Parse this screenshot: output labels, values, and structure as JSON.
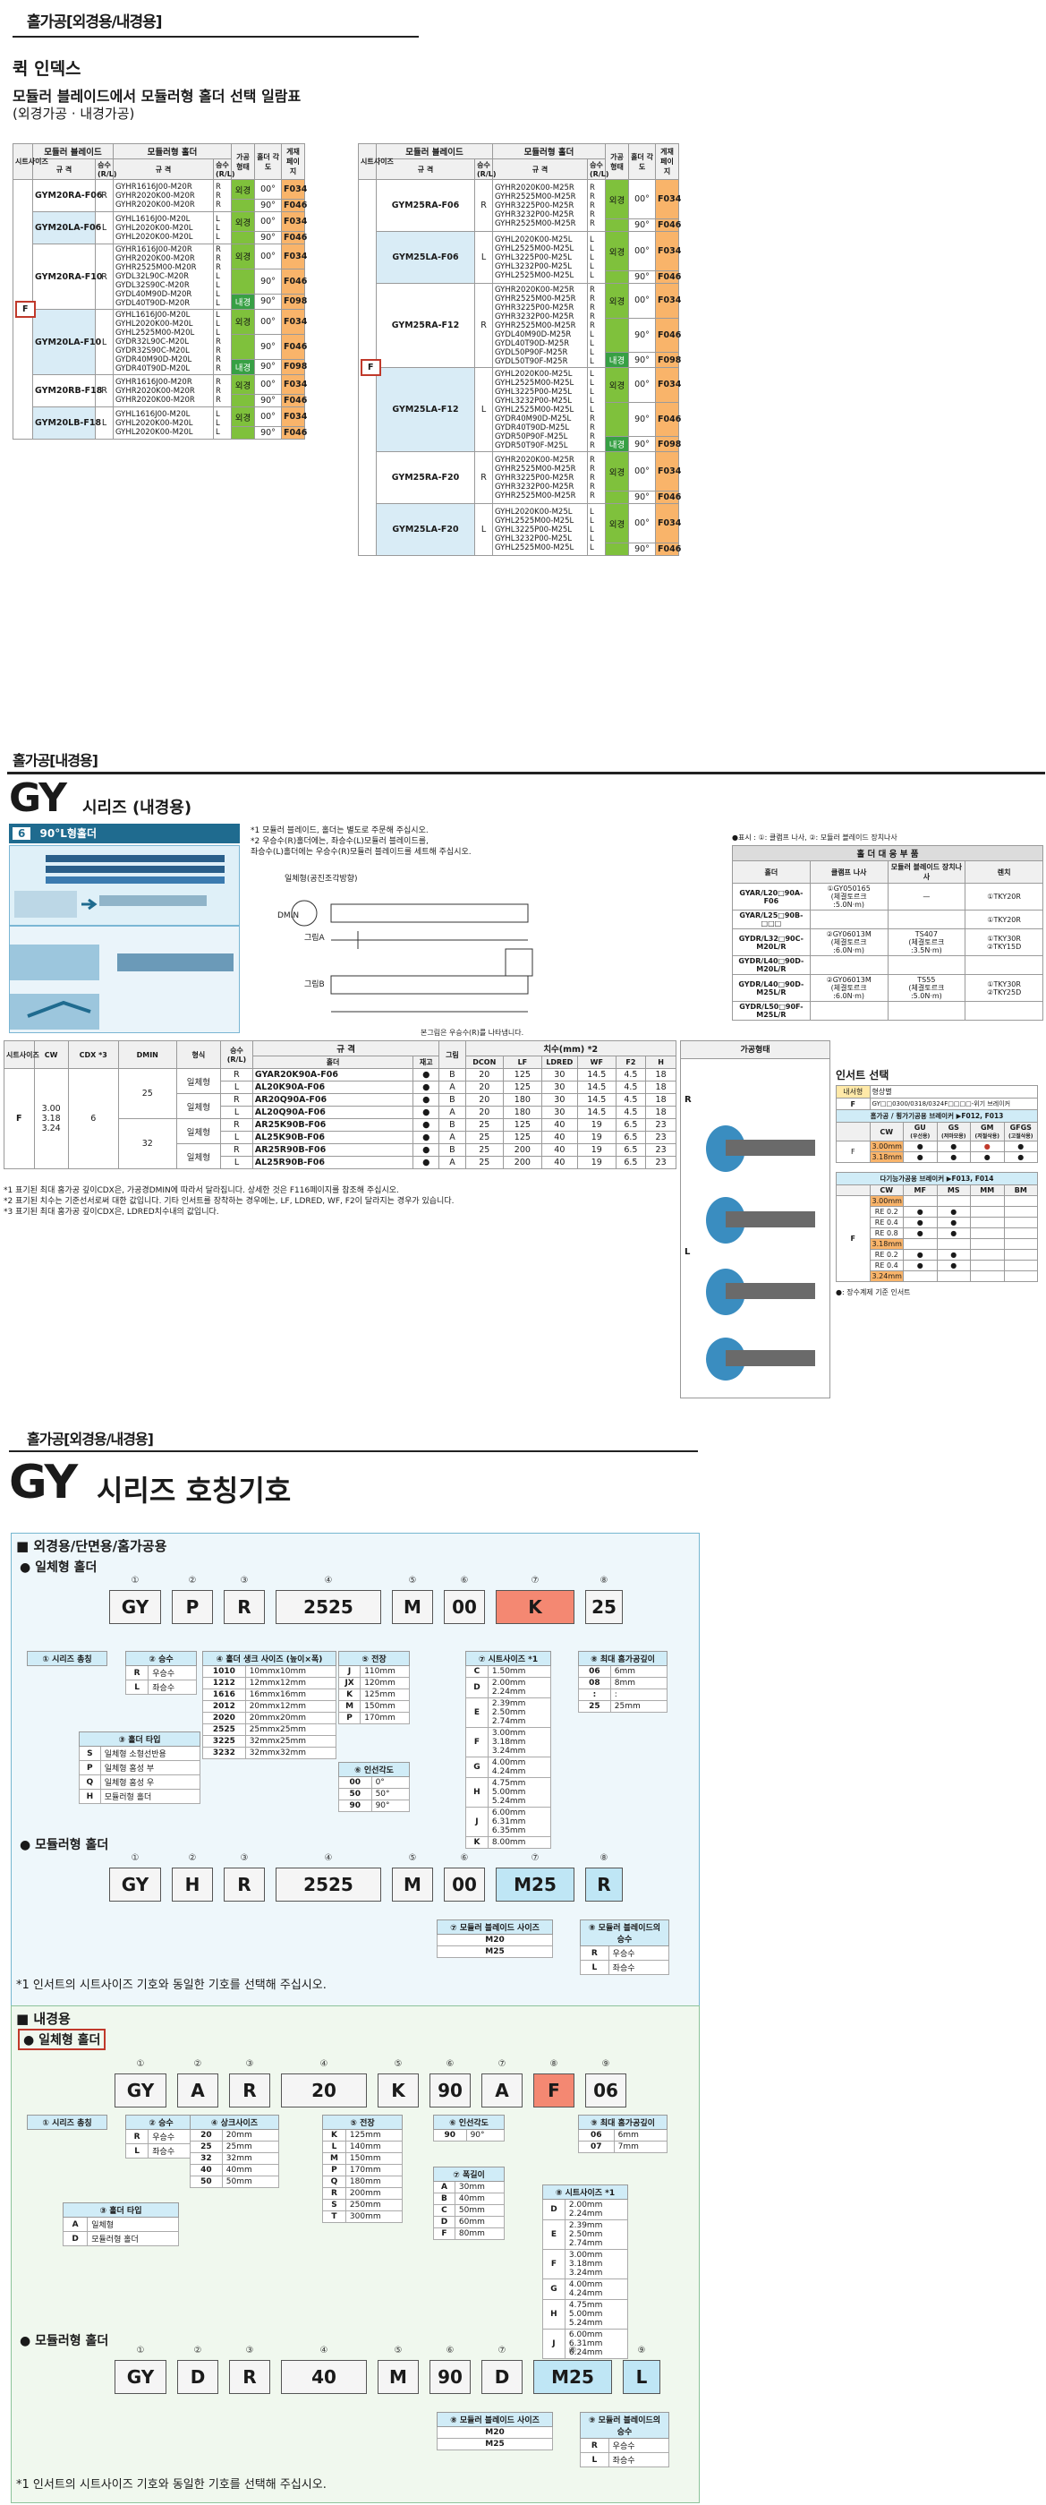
{
  "section1": {
    "header": "홀가공[외경용/내경용]",
    "title": "퀵 인덱스",
    "subtitle1": "모듈러 블레이드에서 모듈러형 홀더 선택 일람표",
    "subtitle2": "(외경가공 · 내경가공)"
  },
  "qi_headers": {
    "seat": "시트사이즈",
    "blade": "모듈러 블레이드",
    "holder": "모듈러형 홀더",
    "spec": "규 격",
    "hand": "승수 (R/L)",
    "spec2": "규 격",
    "hand2": "승수 (R/L)",
    "proc": "가공형태",
    "angle": "홀더 각도",
    "ref": "게재페이지",
    "f": "F",
    "wg": "외경",
    "ng": "내경"
  },
  "qi_left": [
    {
      "blade": "GYM20RA-F06",
      "hand": "R",
      "codes": "GYHR1616J00-M20R\nGYHR2020K00-M20R\nGYHR2020K00-M20R",
      "h": "R\nR\nR",
      "rows": [
        [
          "외경",
          "00°",
          "F034"
        ],
        [
          "",
          "90°",
          "F046"
        ]
      ]
    },
    {
      "blade": "GYM20LA-F06",
      "hand": "L",
      "codes": "GYHL1616J00-M20L\nGYHL2020K00-M20L\nGYHL2020K00-M20L",
      "h": "L\nL\nL",
      "rows": [
        [
          "외경",
          "00°",
          "F034"
        ],
        [
          "",
          "90°",
          "F046"
        ]
      ]
    },
    {
      "blade": "GYM20RA-F10",
      "hand": "R",
      "codes": "GYHR1616J00-M20R\nGYHR2020K00-M20R\nGYHR2525M00-M20R\nGYDL32L90C-M20R\nGYDL32S90C-M20R\nGYDL40M90D-M20R\nGYDL40T90D-M20R",
      "h": "R\nR\nR\nL\nL\nL\nL",
      "rows": [
        [
          "외경",
          "00°",
          "F034"
        ],
        [
          "",
          "90°",
          "F046"
        ],
        [
          "내경",
          "90°",
          "F098"
        ]
      ]
    },
    {
      "blade": "GYM20LA-F10",
      "hand": "L",
      "codes": "GYHL1616J00-M20L\nGYHL2020K00-M20L\nGYHL2525M00-M20L\nGYDR32L90C-M20L\nGYDR32S90C-M20L\nGYDR40M90D-M20L\nGYDR40T90D-M20L",
      "h": "L\nL\nL\nR\nR\nR\nR",
      "rows": [
        [
          "외경",
          "00°",
          "F034"
        ],
        [
          "",
          "90°",
          "F046"
        ],
        [
          "내경",
          "90°",
          "F098"
        ]
      ]
    },
    {
      "blade": "GYM20RB-F18",
      "hand": "R",
      "codes": "GYHR1616J00-M20R\nGYHR2020K00-M20R\nGYHR2020K00-M20R",
      "h": "R\nR\nR",
      "rows": [
        [
          "외경",
          "00°",
          "F034"
        ],
        [
          "",
          "90°",
          "F046"
        ]
      ]
    },
    {
      "blade": "GYM20LB-F18",
      "hand": "L",
      "codes": "GYHL1616J00-M20L\nGYHL2020K00-M20L\nGYHL2020K00-M20L",
      "h": "L\nL\nL",
      "rows": [
        [
          "외경",
          "00°",
          "F034"
        ],
        [
          "",
          "90°",
          "F046"
        ]
      ]
    }
  ],
  "qi_right": [
    {
      "blade": "GYM25RA-F06",
      "hand": "R",
      "codes": "GYHR2020K00-M25R\nGYHR2525M00-M25R\nGYHR3225P00-M25R\nGYHR3232P00-M25R\nGYHR2525M00-M25R",
      "h": "R\nR\nR\nR\nR",
      "rows": [
        [
          "외경",
          "00°",
          "F034"
        ],
        [
          "",
          "90°",
          "F046"
        ]
      ]
    },
    {
      "blade": "GYM25LA-F06",
      "hand": "L",
      "codes": "GYHL2020K00-M25L\nGYHL2525M00-M25L\nGYHL3225P00-M25L\nGYHL3232P00-M25L\nGYHL2525M00-M25L",
      "h": "L\nL\nL\nL\nL",
      "rows": [
        [
          "외경",
          "00°",
          "F034"
        ],
        [
          "",
          "90°",
          "F046"
        ]
      ]
    },
    {
      "blade": "GYM25RA-F12",
      "hand": "R",
      "codes": "GYHR2020K00-M25R\nGYHR2525M00-M25R\nGYHR3225P00-M25R\nGYHR3232P00-M25R\nGYHR2525M00-M25R\nGYDL40M90D-M25R\nGYDL40T90D-M25R\nGYDL50P90F-M25R\nGYDL50T90F-M25R",
      "h": "R\nR\nR\nR\nR\nL\nL\nL\nL",
      "rows": [
        [
          "외경",
          "00°",
          "F034"
        ],
        [
          "",
          "90°",
          "F046"
        ],
        [
          "내경",
          "90°",
          "F098"
        ]
      ]
    },
    {
      "blade": "GYM25LA-F12",
      "hand": "L",
      "codes": "GYHL2020K00-M25L\nGYHL2525M00-M25L\nGYHL3225P00-M25L\nGYHL3232P00-M25L\nGYHL2525M00-M25L\nGYDR40M90D-M25L\nGYDR40T90D-M25L\nGYDR50P90F-M25L\nGYDR50T90F-M25L",
      "h": "L\nL\nL\nL\nL\nR\nR\nR\nR",
      "rows": [
        [
          "외경",
          "00°",
          "F034"
        ],
        [
          "",
          "90°",
          "F046"
        ],
        [
          "내경",
          "90°",
          "F098"
        ]
      ]
    },
    {
      "blade": "GYM25RA-F20",
      "hand": "R",
      "codes": "GYHR2020K00-M25R\nGYHR2525M00-M25R\nGYHR3225P00-M25R\nGYHR3232P00-M25R\nGYHR2525M00-M25R",
      "h": "R\nR\nR\nR\nR",
      "rows": [
        [
          "외경",
          "00°",
          "F034"
        ],
        [
          "",
          "90°",
          "F046"
        ]
      ]
    },
    {
      "blade": "GYM25LA-F20",
      "hand": "L",
      "codes": "GYHL2020K00-M25L\nGYHL2525M00-M25L\nGYHL3225P00-M25L\nGYHL3232P00-M25L\nGYHL2525M00-M25L",
      "h": "L\nL\nL\nL\nL",
      "rows": [
        [
          "외경",
          "00°",
          "F034"
        ],
        [
          "",
          "90°",
          "F046"
        ]
      ]
    }
  ],
  "section2": {
    "header": "홀가공[내경용]",
    "series_big": "GY",
    "series_small": "시리즈 (내경용)",
    "badge_num": "6",
    "badge_text": "90°L형홀더",
    "notes_top": [
      "*1  모듈러 블레이드, 홀더는 별도로 주문해 주십시오.",
      "*2  우승수(R)홀더에는, 좌승수(L)모듈러 블레이드를,",
      "     좌승수(L)홀더에는 우승수(R)모듈러 블레이드를 세트해 주십시오."
    ],
    "figure_label": "일체형(공진조각방향)",
    "fig_a": "그림A",
    "fig_b": "그림B",
    "dmin": "DMIN",
    "fig_caption": "본그림은 우승수(R)를 나타냅니다.",
    "right_note": "●표시 : ①: 클램프 나사, ②: 모듈러 블레이드 장치나사",
    "parts_title": "홀 더 대 응 부 품",
    "parts_head": [
      "홀더",
      "클램프 나사",
      "모듈러 블레이드 장치나사",
      "렌치"
    ],
    "parts_rows": [
      [
        "GYAR/L20□90A-F06",
        "①GY050165\n(체결토르크\n:5.0N·m)",
        "—",
        "①TKY20R"
      ],
      [
        "GYAR/L25□90B-□□□",
        "",
        "",
        "①TKY20R"
      ],
      [
        "GYDR/L32□90C-M20L/R",
        "②GY06013M\n(체결토르크\n:6.0N·m)",
        "TS407\n(체결토르크\n:3.5N·m)",
        "①TKY30R\n②TKY15D"
      ],
      [
        "GYDR/L40□90D-M20L/R",
        "",
        "",
        ""
      ],
      [
        "GYDR/L40□90D-M25L/R",
        "②GY06013M\n(체결토르크\n:6.0N·m)",
        "TS55\n(체결토르크\n:5.0N·m)",
        "①TKY30R\n②TKY25D"
      ],
      [
        "GYDR/L50□90F-M25L/R",
        "",
        "",
        ""
      ]
    ],
    "main_head": {
      "seat": "시트사이즈",
      "cw": "CW",
      "cdx": "CDX",
      "cdx_note": "*3",
      "dmin": "DMIN",
      "type": "형식",
      "hand": "승수 (R/L)",
      "spec": "규 격",
      "holder": "홀더",
      "stock": "재고",
      "dims": "치수(mm)",
      "dims_note": "*2",
      "dcon": "DCON",
      "lf": "LF",
      "lfdred": "LDRED",
      "wf": "WF",
      "f2": "F2",
      "h": "H",
      "fig": "그림",
      "proc": "가공형태"
    },
    "main_seat": "F",
    "main_cw": "3.00\n3.18\n3.24",
    "main_cdx": "6",
    "main_rows": [
      [
        "25",
        "일체형",
        "R",
        "GYAR20K90A-F06",
        "●",
        "B",
        "20",
        "125",
        "30",
        "14.5",
        "4.5",
        "18"
      ],
      [
        "",
        "",
        "L",
        "AL20K90A-F06",
        "●",
        "A",
        "20",
        "125",
        "30",
        "14.5",
        "4.5",
        "18"
      ],
      [
        "",
        "",
        "R",
        "AR20Q90A-F06",
        "●",
        "B",
        "20",
        "180",
        "30",
        "14.5",
        "4.5",
        "18"
      ],
      [
        "",
        "",
        "L",
        "AL20Q90A-F06",
        "●",
        "A",
        "20",
        "180",
        "30",
        "14.5",
        "4.5",
        "18"
      ],
      [
        "32",
        "",
        "R",
        "AR25K90B-F06",
        "●",
        "B",
        "25",
        "125",
        "40",
        "19",
        "6.5",
        "23"
      ],
      [
        "",
        "",
        "L",
        "AL25K90B-F06",
        "●",
        "A",
        "25",
        "125",
        "40",
        "19",
        "6.5",
        "23"
      ],
      [
        "",
        "",
        "R",
        "AR25R90B-F06",
        "●",
        "B",
        "25",
        "200",
        "40",
        "19",
        "6.5",
        "23"
      ],
      [
        "",
        "",
        "L",
        "AL25R90B-F06",
        "●",
        "A",
        "25",
        "200",
        "40",
        "19",
        "6.5",
        "23"
      ]
    ],
    "main_notes": [
      "*1  표기된 최대 홈가공 깊이CDX은, 가공경DMIN에 따라서 달라집니다. 상세한 것은 F116페이지를 참조해 주십시오.",
      "*2  표기된 치수는 기준선서로써 대한 값입니다. 기타 인서트를 장착하는 경우에는, LF, LDRED, WF, F2이 달라지는 경우가 있습니다.",
      "*3  표기된 최대 홈가공 깊이CDX은, LDRED치수내의 값입니다."
    ],
    "insert_sel": "인서트 선택",
    "insert_legend": "내서형",
    "insert_legend2": "형상별",
    "insert_f": "F",
    "insert_series": "GY□□0300/0318/0324F□□□□-위기 브레이커",
    "insert_row1": "홈가공 / 횡가기공용 브레이커",
    "insert_row1b": "▶F012, F013",
    "insert_cols": [
      "GU",
      "GS",
      "GM",
      "GFGS"
    ],
    "insert_cols_sub": [
      "(우선용)",
      "(저마모용)",
      "(저절삭용)",
      "(고절삭용)"
    ],
    "insert_cw": [
      "3.00mm",
      "3.18mm"
    ],
    "insert_row2": "다기능가공용 브레이커",
    "insert_row2b": "▶F013, F014",
    "insert_cols2": [
      "MF",
      "MS",
      "MM",
      "BM"
    ],
    "insert_cw2": [
      "3.00mm",
      "RE 0.2",
      "RE 0.4",
      "RE 0.8",
      "3.18mm",
      "RE 0.2",
      "RE 0.4",
      "3.24mm"
    ],
    "insert_foot": "●: 장수계제 기준 인서트",
    "r_label": "R",
    "l_label": "L"
  },
  "section3": {
    "header": "홀가공[외경용/내경용]",
    "title_big": "GY",
    "title_rest": "시리즈 호칭기호",
    "ext_label": "외경용/단면용/홈가공용",
    "ext_sub1": "일체형 홀더",
    "ext_sub2": "모듈러형 홀더",
    "code1": [
      "GY",
      "P",
      "R",
      "2525",
      "M",
      "00",
      "K",
      "25"
    ],
    "code2": [
      "GY",
      "H",
      "R",
      "2525",
      "M",
      "00",
      "M25",
      "R"
    ],
    "leg": {
      "series": "시리즈 총칭",
      "hand": "승수",
      "hand_r": "우승수",
      "hand_l": "좌승수",
      "shank": "홀더 생크 사이즈 (높이×폭)",
      "type": "홀더 타입",
      "len": "전장",
      "ang": "인선각도",
      "seat": "시트사이즈",
      "seat_note": "*1",
      "depth": "최대 홈가공깊이",
      "mod_seat": "모듈러 블레이드 사이즈",
      "mod_hand": "모듈러 블레이드의 승수"
    },
    "shank": [
      [
        "1010",
        "10mmx10mm"
      ],
      [
        "1212",
        "12mmx12mm"
      ],
      [
        "1616",
        "16mmx16mm"
      ],
      [
        "2012",
        "20mmx12mm"
      ],
      [
        "2020",
        "20mmx20mm"
      ],
      [
        "2525",
        "25mmx25mm"
      ],
      [
        "3225",
        "32mmx25mm"
      ],
      [
        "3232",
        "32mmx32mm"
      ]
    ],
    "types": [
      [
        "S",
        "일체형 소형선반용"
      ],
      [
        "P",
        "일체형 홈성 부"
      ],
      [
        "Q",
        "일체형 홈성 우"
      ],
      [
        "H",
        "모듈러형 홀더"
      ]
    ],
    "lens": [
      [
        "J",
        "110mm"
      ],
      [
        "JX",
        "120mm"
      ],
      [
        "K",
        "125mm"
      ],
      [
        "M",
        "150mm"
      ],
      [
        "P",
        "170mm"
      ]
    ],
    "angs": [
      [
        "00",
        "0°"
      ],
      [
        "50",
        "50°"
      ],
      [
        "90",
        "90°"
      ]
    ],
    "seats": [
      [
        "C",
        "1.50mm"
      ],
      [
        "D",
        "2.00mm\n2.24mm"
      ],
      [
        "E",
        "2.39mm\n2.50mm\n2.74mm"
      ],
      [
        "F",
        "3.00mm\n3.18mm\n3.24mm"
      ],
      [
        "G",
        "4.00mm\n4.24mm"
      ],
      [
        "H",
        "4.75mm\n5.00mm\n5.24mm"
      ],
      [
        "J",
        "6.00mm\n6.31mm\n6.35mm"
      ],
      [
        "K",
        "8.00mm"
      ]
    ],
    "depths": [
      [
        "06",
        "6mm"
      ],
      [
        "08",
        "8mm"
      ],
      [
        ":",
        ":"
      ],
      [
        "25",
        "25mm"
      ]
    ],
    "mods": [
      [
        "M20"
      ],
      [
        "M25"
      ]
    ],
    "modh": [
      [
        "R",
        "우승수"
      ],
      [
        "L",
        "좌승수"
      ]
    ],
    "footnote": "*1 인서트의 시트사이즈 기호와 동일한 기호를 선택해 주십시오.",
    "int_label": "내경용",
    "int_sub1": "일체형 홀더",
    "int_sub2": "모듈러형 홀더",
    "code3": [
      "GY",
      "A",
      "R",
      "20",
      "K",
      "90",
      "A",
      "F",
      "06"
    ],
    "code4": [
      "GY",
      "D",
      "R",
      "40",
      "M",
      "90",
      "D",
      "M25",
      "L"
    ],
    "leg2": {
      "series": "시리즈 총칭",
      "hand": "승수",
      "type": "홀더 타입",
      "shank": "상크사이즈",
      "len": "전장",
      "ang": "인선각도",
      "width": "폭길이",
      "seat": "시트사이즈",
      "seat_note": "*1",
      "depth": "최대 홈가공깊이"
    },
    "types2": [
      [
        "A",
        "일체형"
      ],
      [
        "D",
        "모듈러형 홀더"
      ]
    ],
    "shank2": [
      [
        "20",
        "20mm"
      ],
      [
        "25",
        "25mm"
      ],
      [
        "32",
        "32mm"
      ],
      [
        "40",
        "40mm"
      ],
      [
        "50",
        "50mm"
      ]
    ],
    "lens2": [
      [
        "K",
        "125mm"
      ],
      [
        "L",
        "140mm"
      ],
      [
        "M",
        "150mm"
      ],
      [
        "P",
        "170mm"
      ],
      [
        "Q",
        "180mm"
      ],
      [
        "R",
        "200mm"
      ],
      [
        "S",
        "250mm"
      ],
      [
        "T",
        "300mm"
      ]
    ],
    "angs2": [
      [
        "90",
        "90°"
      ]
    ],
    "widths": [
      [
        "A",
        "30mm"
      ],
      [
        "B",
        "40mm"
      ],
      [
        "C",
        "50mm"
      ],
      [
        "D",
        "60mm"
      ],
      [
        "F",
        "80mm"
      ]
    ],
    "seats2": [
      [
        "D",
        "2.00mm\n2.24mm"
      ],
      [
        "E",
        "2.39mm\n2.50mm\n2.74mm"
      ],
      [
        "F",
        "3.00mm\n3.18mm\n3.24mm"
      ],
      [
        "G",
        "4.00mm\n4.24mm"
      ],
      [
        "H",
        "4.75mm\n5.00mm\n5.24mm"
      ],
      [
        "J",
        "6.00mm\n6.31mm\n6.24mm"
      ]
    ],
    "depths2": [
      [
        "06",
        "6mm"
      ],
      [
        "07",
        "7mm"
      ]
    ],
    "footnote2": "*1 인서트의 시트사이즈 기호와 동일한 기호를 선택해 주십시오."
  },
  "colors": {
    "wg": "#7fc13c",
    "ng": "#37a044",
    "orange": "#f9b46a",
    "blue": "#d9ecf6",
    "red": "#c0392b",
    "code_sel": "#f48872",
    "code_blue": "#bfe6f5"
  }
}
